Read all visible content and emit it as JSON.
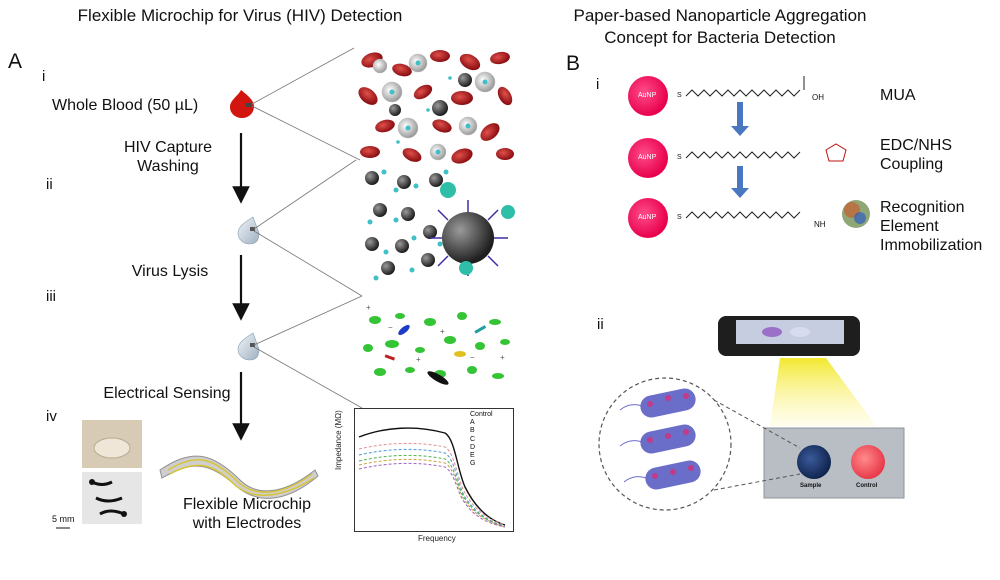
{
  "titles": {
    "left": "Flexible Microchip for Virus (HIV) Detection",
    "right": "Paper-based Nanoparticle Aggregation Concept for Bacteria Detection"
  },
  "panel_a": {
    "label": "A",
    "steps": [
      {
        "roman": "i",
        "text": "Whole Blood (50 µL)"
      },
      {
        "roman": "ii",
        "text": "HIV Capture Washing"
      },
      {
        "roman": "iii",
        "text": "Virus Lysis"
      },
      {
        "roman": "iv",
        "text": "Electrical Sensing"
      }
    ],
    "device_caption": "Flexible Microchip with Electrodes",
    "scale_bar": "5 mm",
    "impedance_plot": {
      "ylabel": "Impedance (MΩ)",
      "xlabel": "Frequency",
      "legend": [
        "Control",
        "A",
        "B",
        "C",
        "D",
        "E",
        "G"
      ]
    }
  },
  "panel_b": {
    "label": "B",
    "roman_i": "i",
    "roman_ii": "ii",
    "particle_label": "AuNP",
    "sulfur": "S",
    "oh": "OH",
    "nh": "NH",
    "chem_labels": [
      "MUA",
      "EDC/NHS Coupling",
      "Recognition Element Immobilization"
    ],
    "sample_label": "Sample",
    "control_label": "Control"
  }
}
